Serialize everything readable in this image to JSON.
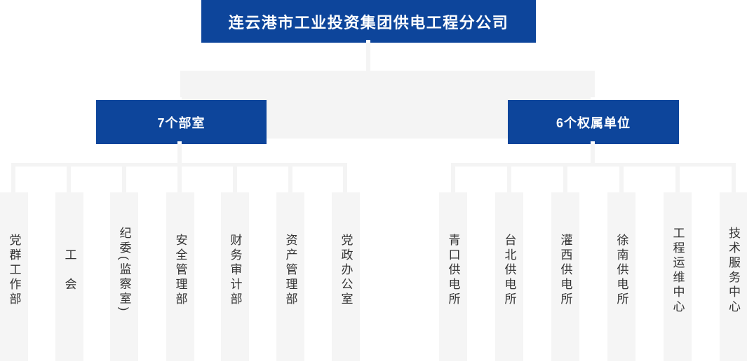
{
  "org_chart": {
    "root_label": "连云港市工业投资集团供电工程分公司",
    "groups": [
      {
        "label": "7个部室",
        "children": [
          "党群工作部",
          "工　会",
          "纪委(监察室)",
          "安全管理部",
          "财务审计部",
          "资产管理部",
          "党政办公室"
        ]
      },
      {
        "label": "6个权属单位",
        "children": [
          "青口供电所",
          "台北供电所",
          "灌西供电所",
          "徐南供电所",
          "工程运维中心",
          "技术服务中心"
        ]
      }
    ],
    "colors": {
      "primary_blue": "#0d459b",
      "connector_gray": "#f4f4f4",
      "column_gray": "#f5f5f5",
      "box_text": "#ffffff",
      "column_text": "#333333",
      "background": "#ffffff"
    }
  }
}
